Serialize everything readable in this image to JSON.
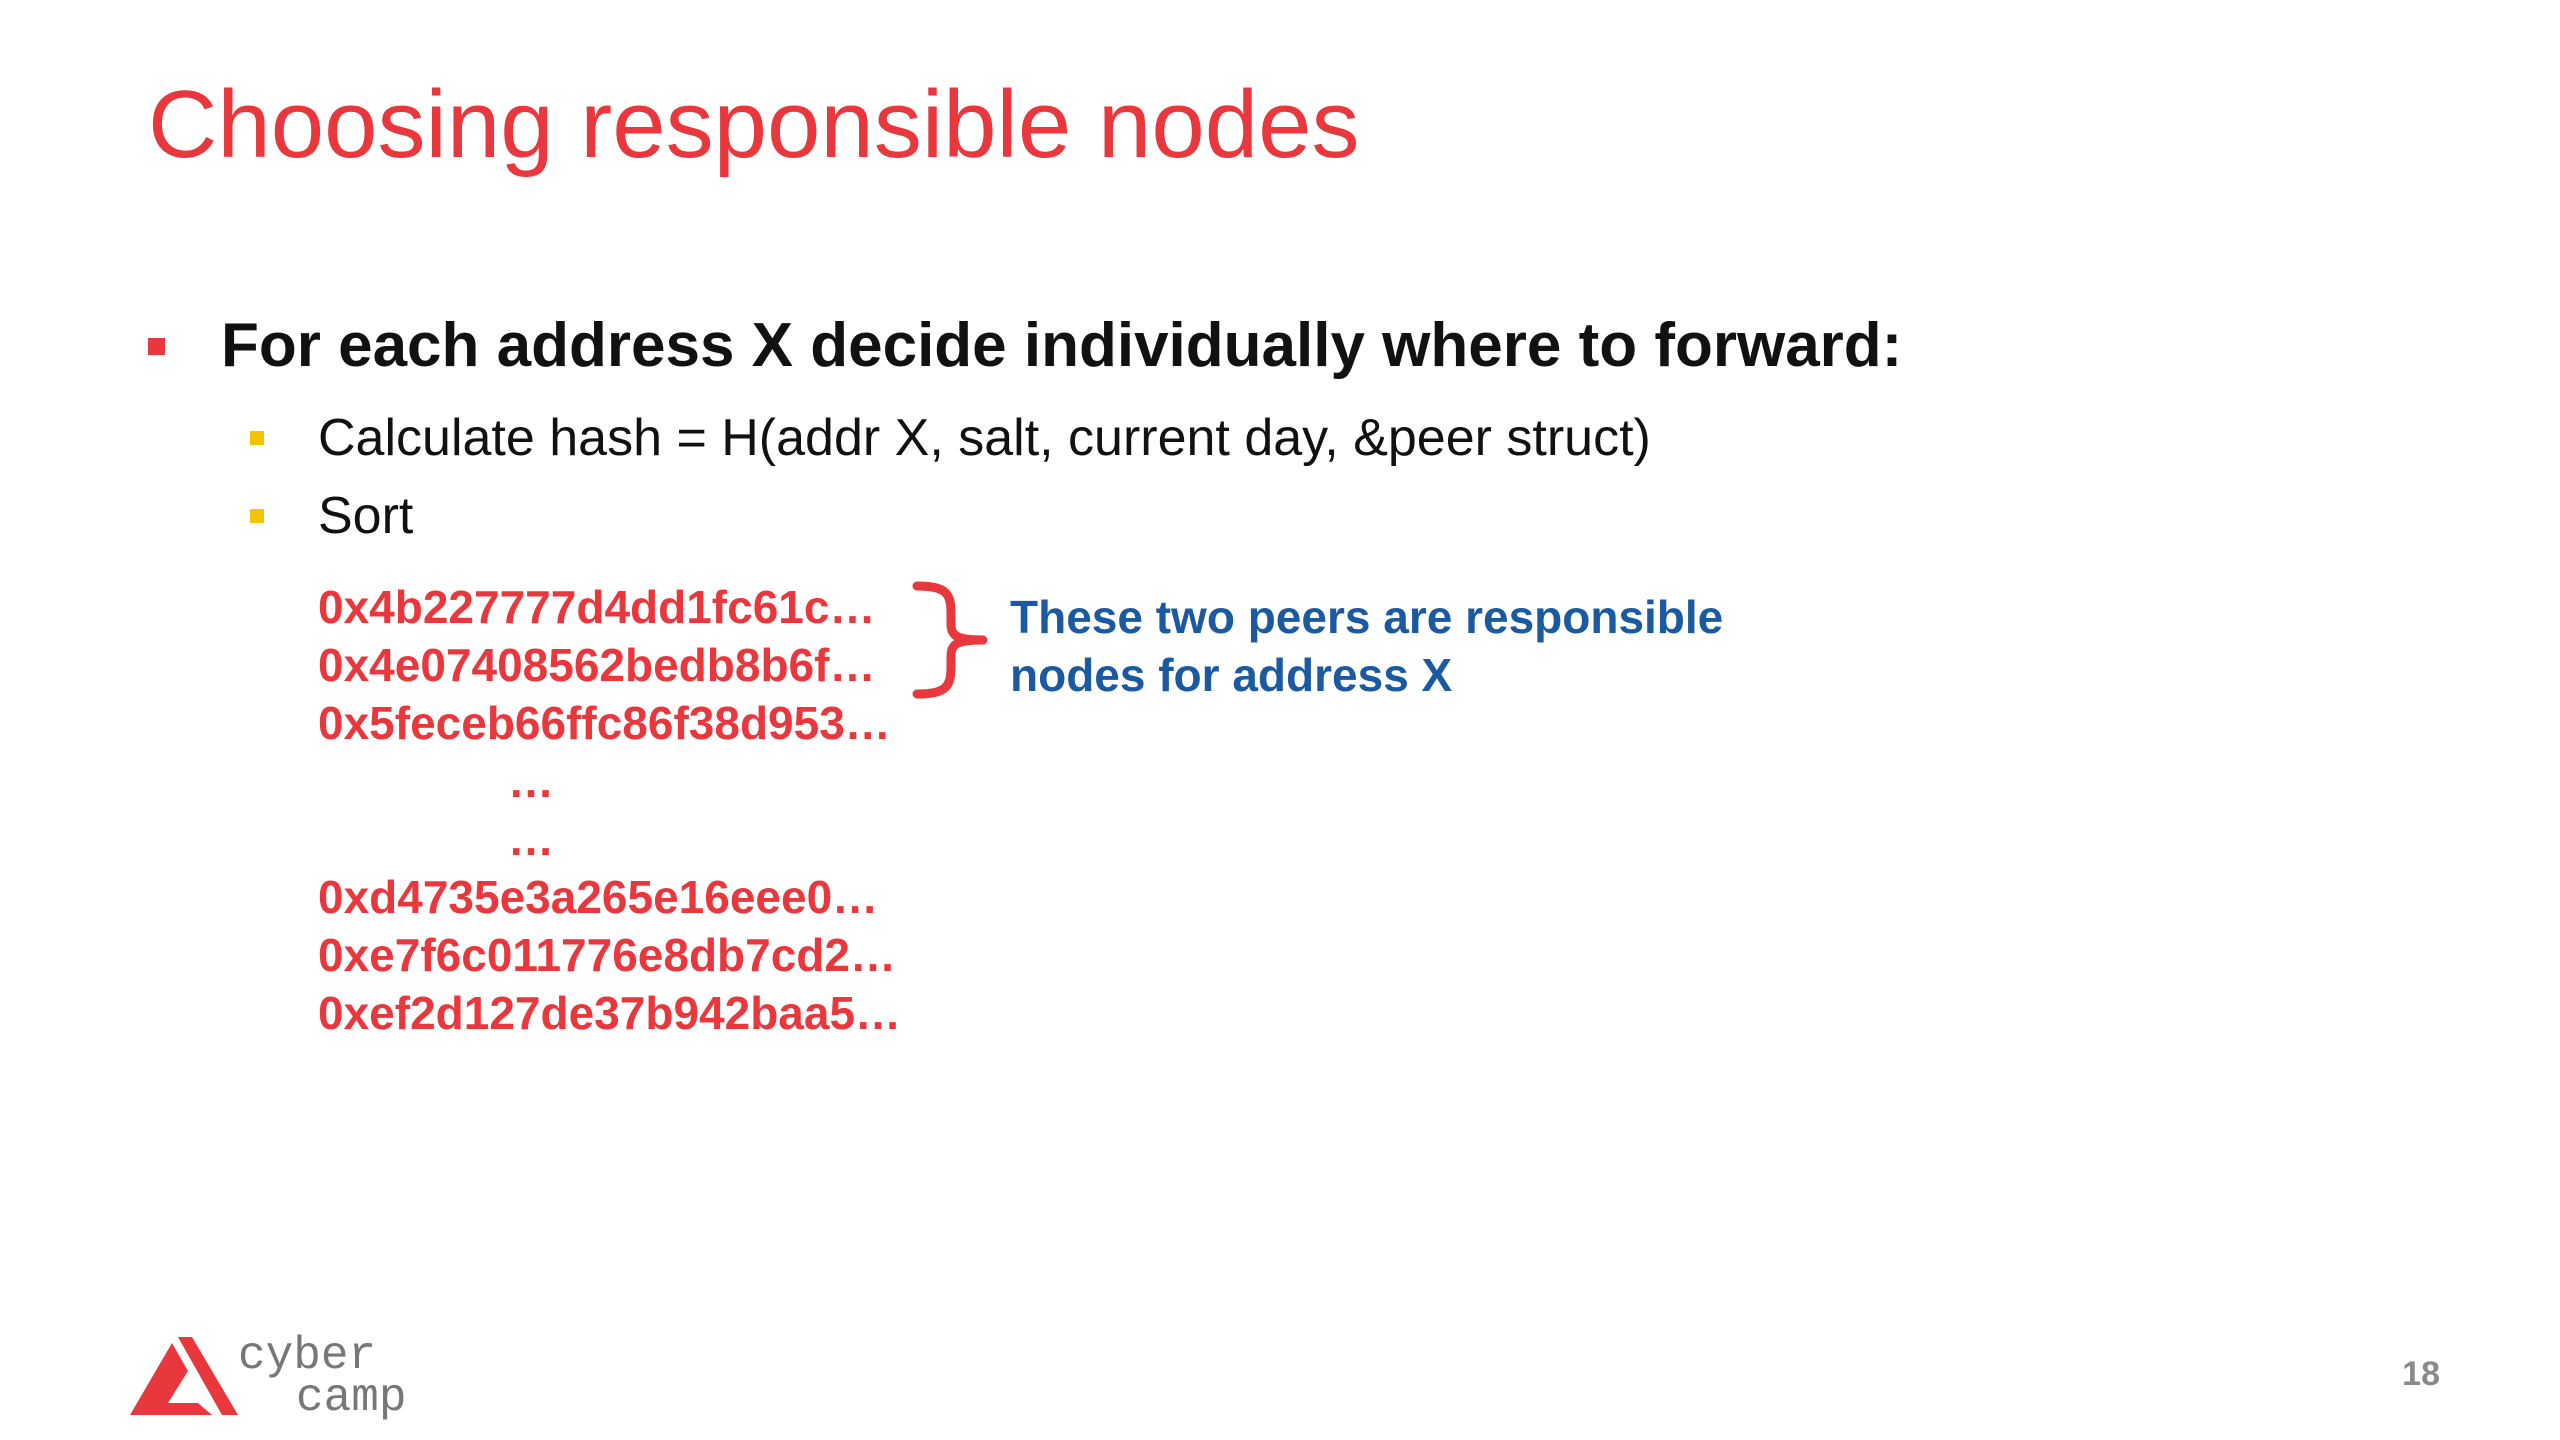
{
  "slide": {
    "title": "Choosing responsible nodes",
    "bullet_main": "For each address X  decide individually where to forward:",
    "sub_bullets": [
      "Calculate hash = H(addr X, salt, current day, &peer struct)",
      "Sort"
    ],
    "hashes": [
      "0x4b227777d4dd1fc61c…",
      "0x4e07408562bedb8b6f…",
      "0x5feceb66ffc86f38d953…",
      "…",
      "…",
      "0xd4735e3a265e16eee0…",
      "0xe7f6c011776e8db7cd2…",
      "0xef2d127de37b942baa5…"
    ],
    "note_lines": [
      "These two peers are responsible",
      "nodes for address X"
    ],
    "logo": {
      "word_top": "cyber",
      "word_bottom": "camp"
    },
    "page_number": "18"
  },
  "colors": {
    "title_red": "#e8383d",
    "bullet_yellow": "#f5c400",
    "note_blue": "#1b5aa0",
    "logo_grey": "#777777"
  },
  "icons": {
    "main_bullet": "red-square-bullet",
    "sub_bullet": "yellow-square-bullet",
    "brace": "right-curly-brace-icon",
    "logo": "cybercamp-logo"
  }
}
